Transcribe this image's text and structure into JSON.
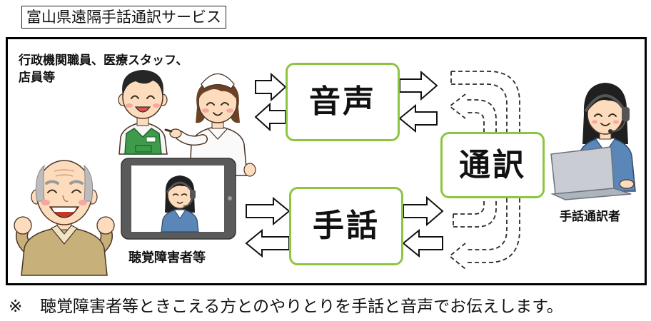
{
  "title": "富山県遠隔手話通訳サービス",
  "staff": {
    "line1": "行政機関職員、医療スタッフ、",
    "line2": "店員等"
  },
  "deaf": {
    "label": "聴覚障害者等"
  },
  "interpreter": {
    "label": "手話通訳者"
  },
  "channels": {
    "voice": "音声",
    "sign": "手話",
    "relay": "通訳"
  },
  "note": {
    "mark": "※",
    "text": "聴覚障害者等ときこえる方とのやりとりを手話と音声でお伝えします。"
  },
  "illustrations": {
    "staff": [
      "shop-clerk-illustration",
      "nurse-illustration"
    ],
    "deaf": [
      "elderly-man-illustration",
      "tablet-icon"
    ],
    "interpreter": [
      "interpreter-illustration",
      "headset-icon",
      "laptop-icon"
    ],
    "arrows": [
      "arrow-right-icon",
      "arrow-left-icon",
      "dashed-curved-arrow-icon"
    ]
  },
  "colors": {
    "box_border": "#8cc63f",
    "frame_border": "#000000",
    "apron": "#3e9b4a",
    "vest": "#5b86b8",
    "elder_shirt": "#c7b07a"
  }
}
